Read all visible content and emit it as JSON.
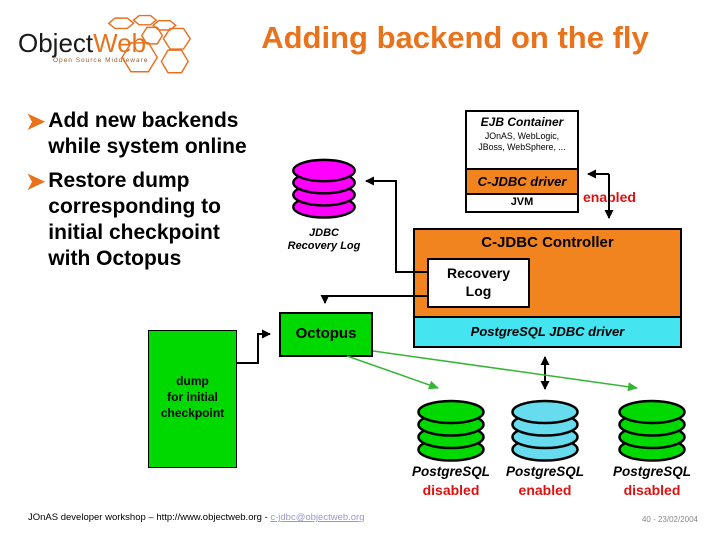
{
  "logo": {
    "brand_black": "Object",
    "brand_orange": "Web",
    "tagline": "Open Source Middleware"
  },
  "title": "Adding backend on the fly",
  "bullets": [
    {
      "text": "Add new backends\nwhile system online"
    },
    {
      "text": "Restore dump\ncorresponding to\ninitial checkpoint\nwith Octopus"
    }
  ],
  "diagram": {
    "ejb": {
      "title": "EJB Container",
      "subtitle": "JOnAS, WebLogic,\nJBoss, WebSphere, ...",
      "driver": "C-JDBC driver",
      "jvm": "JVM"
    },
    "enabled_label": "enabled",
    "jdbc_log_label": "JDBC\nRecovery Log",
    "controller": {
      "title": "C-JDBC Controller",
      "recovery_log": "Recovery\nLog",
      "pg_driver": "PostgreSQL JDBC driver"
    },
    "octopus_label": "Octopus",
    "dump_label": "dump\nfor initial\ncheckpoint",
    "databases": [
      {
        "name": "PostgreSQL",
        "status": "disabled"
      },
      {
        "name": "PostgreSQL",
        "status": "enabled"
      },
      {
        "name": "PostgreSQL",
        "status": "disabled"
      }
    ]
  },
  "footer": {
    "left_text": "JOnAS developer workshop – http://www.objectweb.org - ",
    "link": "c-jdbc@objectweb.org",
    "page_info": "40 - 23/02/2004"
  },
  "colors": {
    "accent_orange": "#E8731C",
    "box_orange": "#F28420",
    "magenta": "#FF00FF",
    "green": "#00D900",
    "cyan_box": "#44E4F0",
    "cyan_cylinder": "#66DCEE",
    "status_red": "#DD1111",
    "link_lavender": "#9999CC",
    "arrow_green": "#35B535"
  }
}
